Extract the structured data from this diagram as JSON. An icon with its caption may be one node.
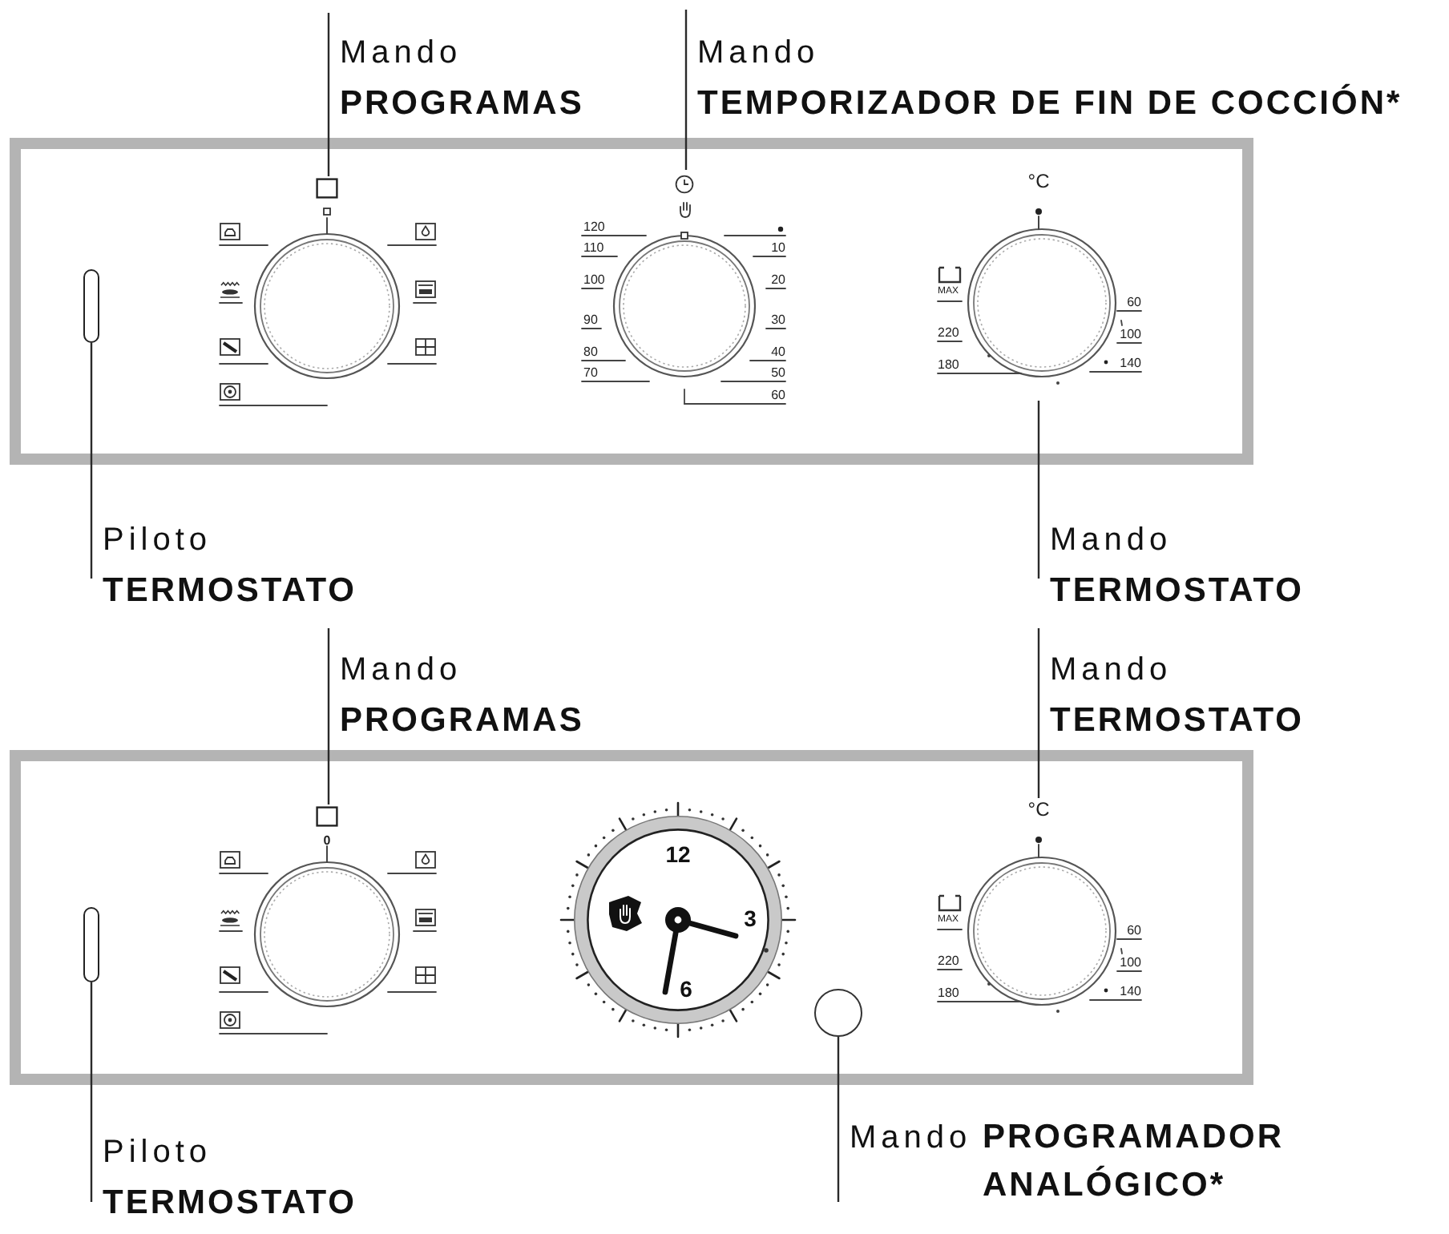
{
  "diagram": {
    "nodes": [
      {
        "text": [
          "Mando",
          "PROGRAMAS"
        ]
      },
      {
        "text": [
          "Mando",
          "TEMPORIZADOR DE FIN DE COCCIÓN*"
        ]
      },
      {
        "text": [],
        "shape": "box"
      },
      {
        "text": [],
        "shape": "bar",
        "in": 2
      },
      {
        "text": [],
        "shape": "circle",
        "in": 2
      },
      {
        "text": [
          "120",
          "110",
          "100",
          "90",
          "80",
          "70",
          "10",
          "20",
          "30",
          "40",
          "50",
          "60"
        ],
        "in": 2
      },
      {
        "text": [
          "°C",
          "MAX",
          "220",
          "180",
          "60",
          "100",
          "140"
        ],
        "in": 2
      },
      {
        "text": [
          "Piloto",
          "TERMOSTATO"
        ]
      },
      {
        "text": [
          "Mando",
          "TERMOSTATO"
        ]
      },
      {
        "text": [
          "Mando",
          "PROGRAMAS"
        ]
      },
      {
        "text": [
          "Mando",
          "TERMOSTATO"
        ]
      },
      {
        "text": [],
        "shape": "box"
      },
      {
        "text": [],
        "shape": "bar",
        "in": 11
      },
      {
        "text": [
          "0"
        ],
        "in": 11
      },
      {
        "text": [
          "12",
          "3",
          "6"
        ],
        "in": 11
      },
      {
        "text": [],
        "shape": "circle",
        "in": 11
      },
      {
        "text": [
          "°C",
          "MAX",
          "220",
          "180",
          "60",
          "100",
          "140"
        ],
        "in": 11
      },
      {
        "text": [
          "Piloto",
          "TERMOSTATO"
        ]
      },
      {
        "text": [
          "Mando",
          "PROGRAMADOR ANALÓGICO*"
        ]
      }
    ],
    "edges": [
      {
        "from": 0,
        "to": 4,
        "arrow": "none"
      },
      {
        "from": 1,
        "to": 5,
        "arrow": "none"
      },
      {
        "from": 7,
        "to": 3,
        "arrow": "none"
      },
      {
        "from": 8,
        "to": 6,
        "arrow": "none"
      },
      {
        "from": 9,
        "to": 13,
        "arrow": "none"
      },
      {
        "from": 10,
        "to": 16,
        "arrow": "none"
      },
      {
        "from": 17,
        "to": 12,
        "arrow": "none"
      },
      {
        "from": 18,
        "to": 15,
        "arrow": "none"
      }
    ]
  }
}
